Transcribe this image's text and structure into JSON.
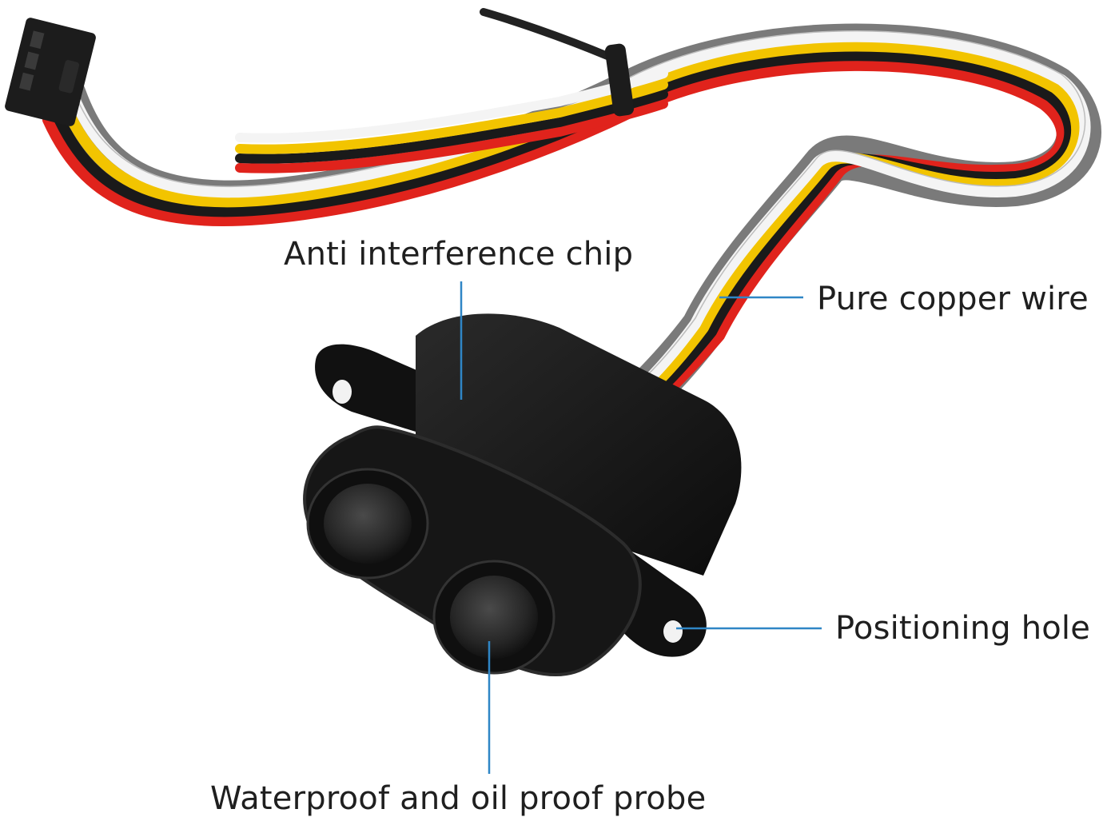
{
  "colors": {
    "leader_line": "#2f86c6",
    "label_text": "#1f1f1f",
    "wire_white": "#f4f4f4",
    "wire_yellow": "#f2c400",
    "wire_black": "#1a1a1a",
    "wire_red": "#e0231c",
    "housing": "#141414"
  },
  "labels": {
    "chip": "Anti interference chip",
    "wire": "Pure copper wire",
    "hole": "Positioning hole",
    "probe": "Waterproof and oil proof probe"
  }
}
